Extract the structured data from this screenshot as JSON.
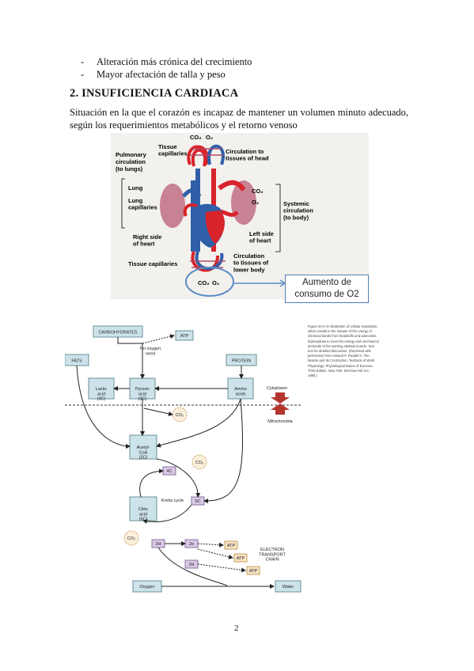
{
  "bullets": [
    "Alteración más crónica del crecimiento",
    "Mayor afectación de talla y peso"
  ],
  "bullet_marker": "-",
  "heading": "2. INSUFICIENCIA CARDIACA",
  "paragraph": "Situación en la que el corazón es incapaz de mantener un volumen minuto adecuado, según los requerimientos metabólicos y el retorno venoso",
  "figure1": {
    "labels": {
      "co2_top": "CO₂",
      "o2_top": "O₂",
      "tissue_capillaries_top": "Tissue\ncapillaries",
      "circulation_head": "Circulation to\ntissues of head",
      "pulmonary": "Pulmonary\ncirculation\n(to lungs)",
      "lung": "Lung",
      "lung_capillaries": "Lung\ncapillaries",
      "co2_right": "CO₂",
      "o2_right": "O₂",
      "systemic": "Systemic\ncirculation\n(to body)",
      "right_heart": "Right side\nof heart",
      "left_heart": "Left side\nof heart",
      "tissue_capillaries_bottom": "Tissue capillaries",
      "circulation_lower": "Circulation\nto tissues of\nlower body",
      "co2_bottom": "CO₂",
      "o2_bottom": "O₂"
    },
    "callout": "Aumento de consumo de O2",
    "colors": {
      "oxygenated": "#d8232a",
      "deoxygenated": "#2f5fa8",
      "lung": "#b24a6a",
      "highlight": "#5b8dc4"
    }
  },
  "figure2": {
    "boxes": {
      "carbohydrates": "CARBOHYDRATES",
      "no_oxygen": "No oxygen\nneed",
      "atp_top": "ATP",
      "fats": "FATS",
      "protein": "PROTEIN",
      "lactic": "Lactic\nacid\n(3C)",
      "pyruvic": "Pyruvic\nacid\n(3C)",
      "amino": "Amino\nacids",
      "co2_a": "CO₂",
      "cytoplasm": "Cytoplasm",
      "mitochondria": "Mitochondria",
      "acetyl": "Acetyl-\nCoA\n(2C)",
      "co2_b": "CO₂",
      "c4": "4C",
      "krebs": "Krebs cycle",
      "c5": "5C",
      "citric": "Citric\nacid\n(6C)",
      "co2_c": "CO₂",
      "h2": "2H",
      "e": "2e",
      "h2b": "2H",
      "atp1": "ATP",
      "atp2": "ATP",
      "atp3": "ATP",
      "etc": "ELECTRON\nTRANSPORT\nCHAIN",
      "oxygen": "Oxygen",
      "water": "Water"
    },
    "caption": "Figure 20-2 An illustration of cellular respiration, which results in the release of the energy of chemical bonds from foodstuffs and adenosine triphosphate to meet the energy and mechanical demands of the working skeletal muscle. See text for detailed discussion. (Reprinted with permission from Astrand P, Rodahl K. The Muscle and Its Contraction. Textbook of Work Physiology: Physiological Bases of Exercise. Third Edition. New York: McGraw-Hill, Inc; 1986.)",
    "caption_lead": "Figure 20-2",
    "colors": {
      "box_fill": "#cde3ea",
      "box_stroke": "#6c8f99",
      "atp_fill": "#f7e3c4",
      "co2_fill": "#fbefdc",
      "purple_fill": "#d9c9e6",
      "arrow_red": "#b4342e"
    }
  },
  "page_number": "2"
}
